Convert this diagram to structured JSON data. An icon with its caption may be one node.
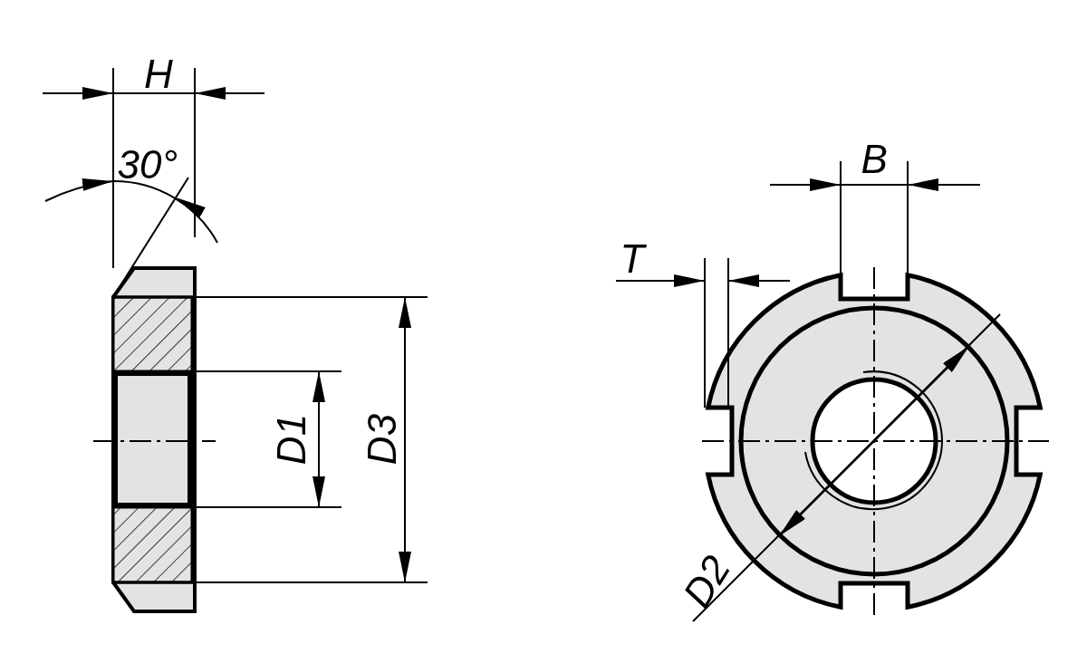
{
  "diagram": {
    "labels": [
      "H",
      "B",
      "30°",
      "T",
      "D1",
      "D3",
      "D2"
    ]
  }
}
